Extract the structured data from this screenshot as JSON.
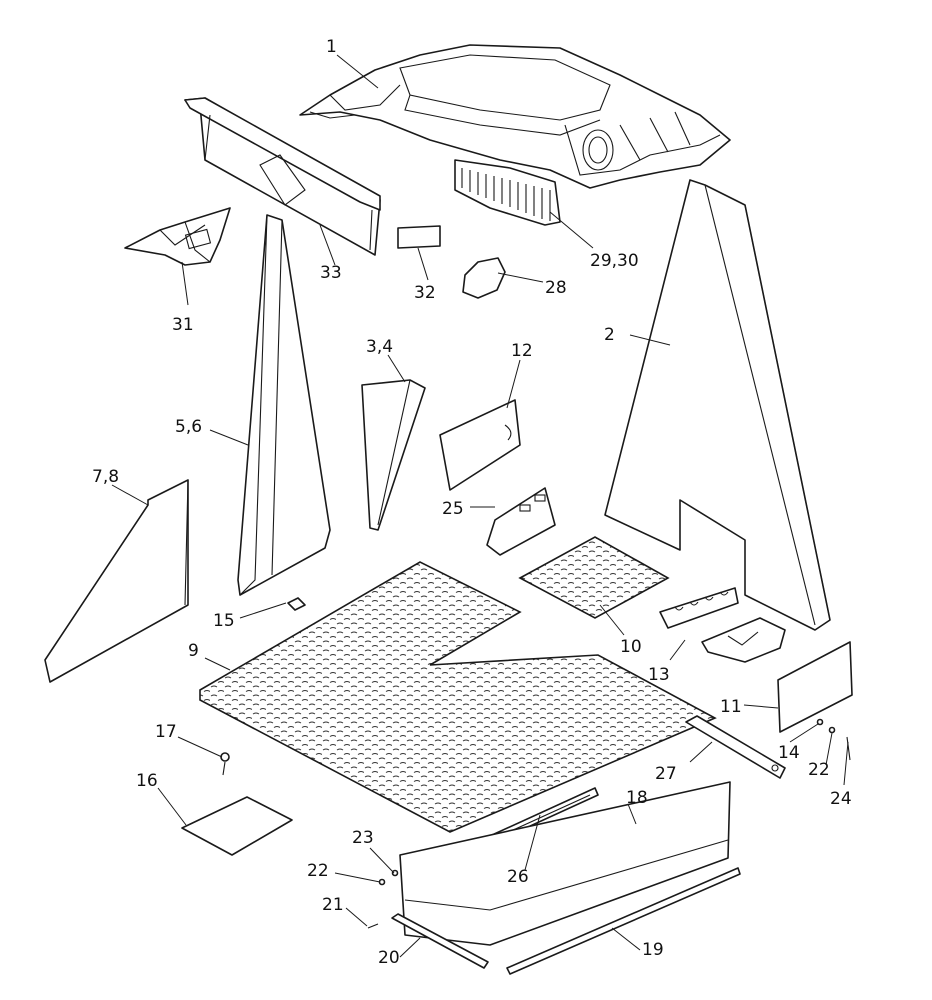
{
  "callouts": {
    "c1": "1",
    "c2": "2",
    "c3_4": "3,4",
    "c5_6": "5,6",
    "c7_8": "7,8",
    "c9": "9",
    "c10": "10",
    "c11": "11",
    "c12": "12",
    "c13": "13",
    "c14": "14",
    "c15": "15",
    "c16": "16",
    "c17": "17",
    "c18": "18",
    "c19": "19",
    "c20": "20",
    "c21": "21",
    "c22a": "22",
    "c22b": "22",
    "c23": "23",
    "c24": "24",
    "c25": "25",
    "c26": "26",
    "c27": "27",
    "c28": "28",
    "c29_30": "29,30",
    "c31": "31",
    "c32": "32",
    "c33": "33"
  },
  "colors": {
    "line": "#1a1a1a",
    "background": "#ffffff"
  }
}
